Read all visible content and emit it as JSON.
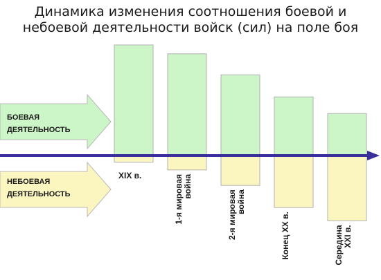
{
  "chart_data": {
    "type": "bar",
    "title_lines": [
      "Динамика изменения соотношения боевой и",
      "небоевой деятельности войск (сил) на поле боя"
    ],
    "categories": [
      [
        "XIX в."
      ],
      [
        "1-я мировая",
        "война"
      ],
      [
        "2-я мировая",
        "война"
      ],
      [
        "Конец XX в."
      ],
      [
        "Середина",
        "XXI в."
      ]
    ],
    "series": [
      {
        "name_lines": [
          "БОЕВАЯ",
          "ДЕЯТЕЛЬНОСТЬ"
        ],
        "color": "#ccf5c8",
        "values": [
          100,
          92,
          73,
          53,
          38
        ]
      },
      {
        "name_lines": [
          "НЕБОЕВАЯ",
          "ДЕЯТЕЛЬНОСТЬ"
        ],
        "color": "#fbf6c0",
        "values": [
          6,
          13,
          27,
          47,
          59
        ]
      }
    ],
    "axis_color": "#3a2e9a",
    "xlabel": "",
    "ylabel": ""
  }
}
